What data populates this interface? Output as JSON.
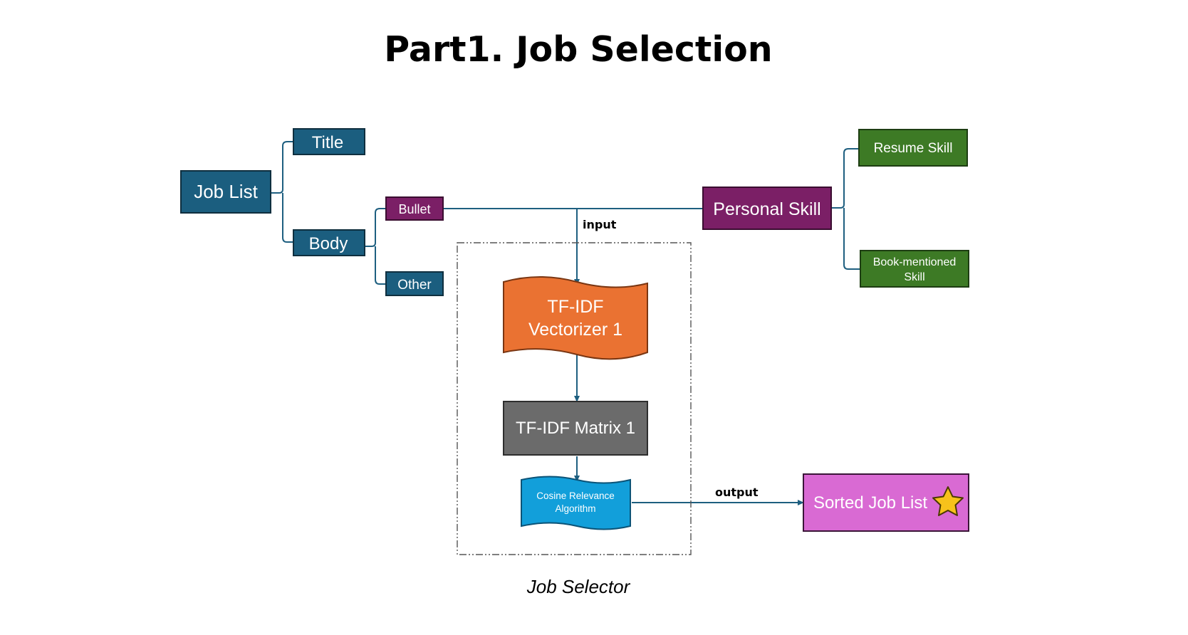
{
  "title": "Part1. Job Selection",
  "colors": {
    "job_node": "#1b5e7f",
    "job_node_border": "#0f2f3f",
    "bullet_node": "#7b1f66",
    "personal_skill": "#7b1f66",
    "skill_node": "#3d7a25",
    "vectorizer": "#ea7232",
    "matrix": "#6b6b6b",
    "algorithm": "#129fda",
    "sorted_list": "#d96ad3",
    "star": "#f7c21b",
    "connector": "#1e5f80"
  },
  "nodes": {
    "job_list": "Job List",
    "title": "Title",
    "body": "Body",
    "bullet": "Bullet",
    "other": "Other",
    "personal_skill": "Personal Skill",
    "resume_skill": "Resume Skill",
    "book_skill_line1": "Book-mentioned",
    "book_skill_line2": "Skill",
    "vectorizer_line1": "TF-IDF",
    "vectorizer_line2": "Vectorizer 1",
    "matrix": "TF-IDF Matrix 1",
    "algorithm_line1": "Cosine Relevance",
    "algorithm_line2": "Algorithm",
    "sorted_list": "Sorted Job List"
  },
  "edge_labels": {
    "input": "input",
    "output": "output"
  },
  "group_caption": "Job Selector",
  "icons": {
    "sorted_list_badge": "star-icon"
  }
}
